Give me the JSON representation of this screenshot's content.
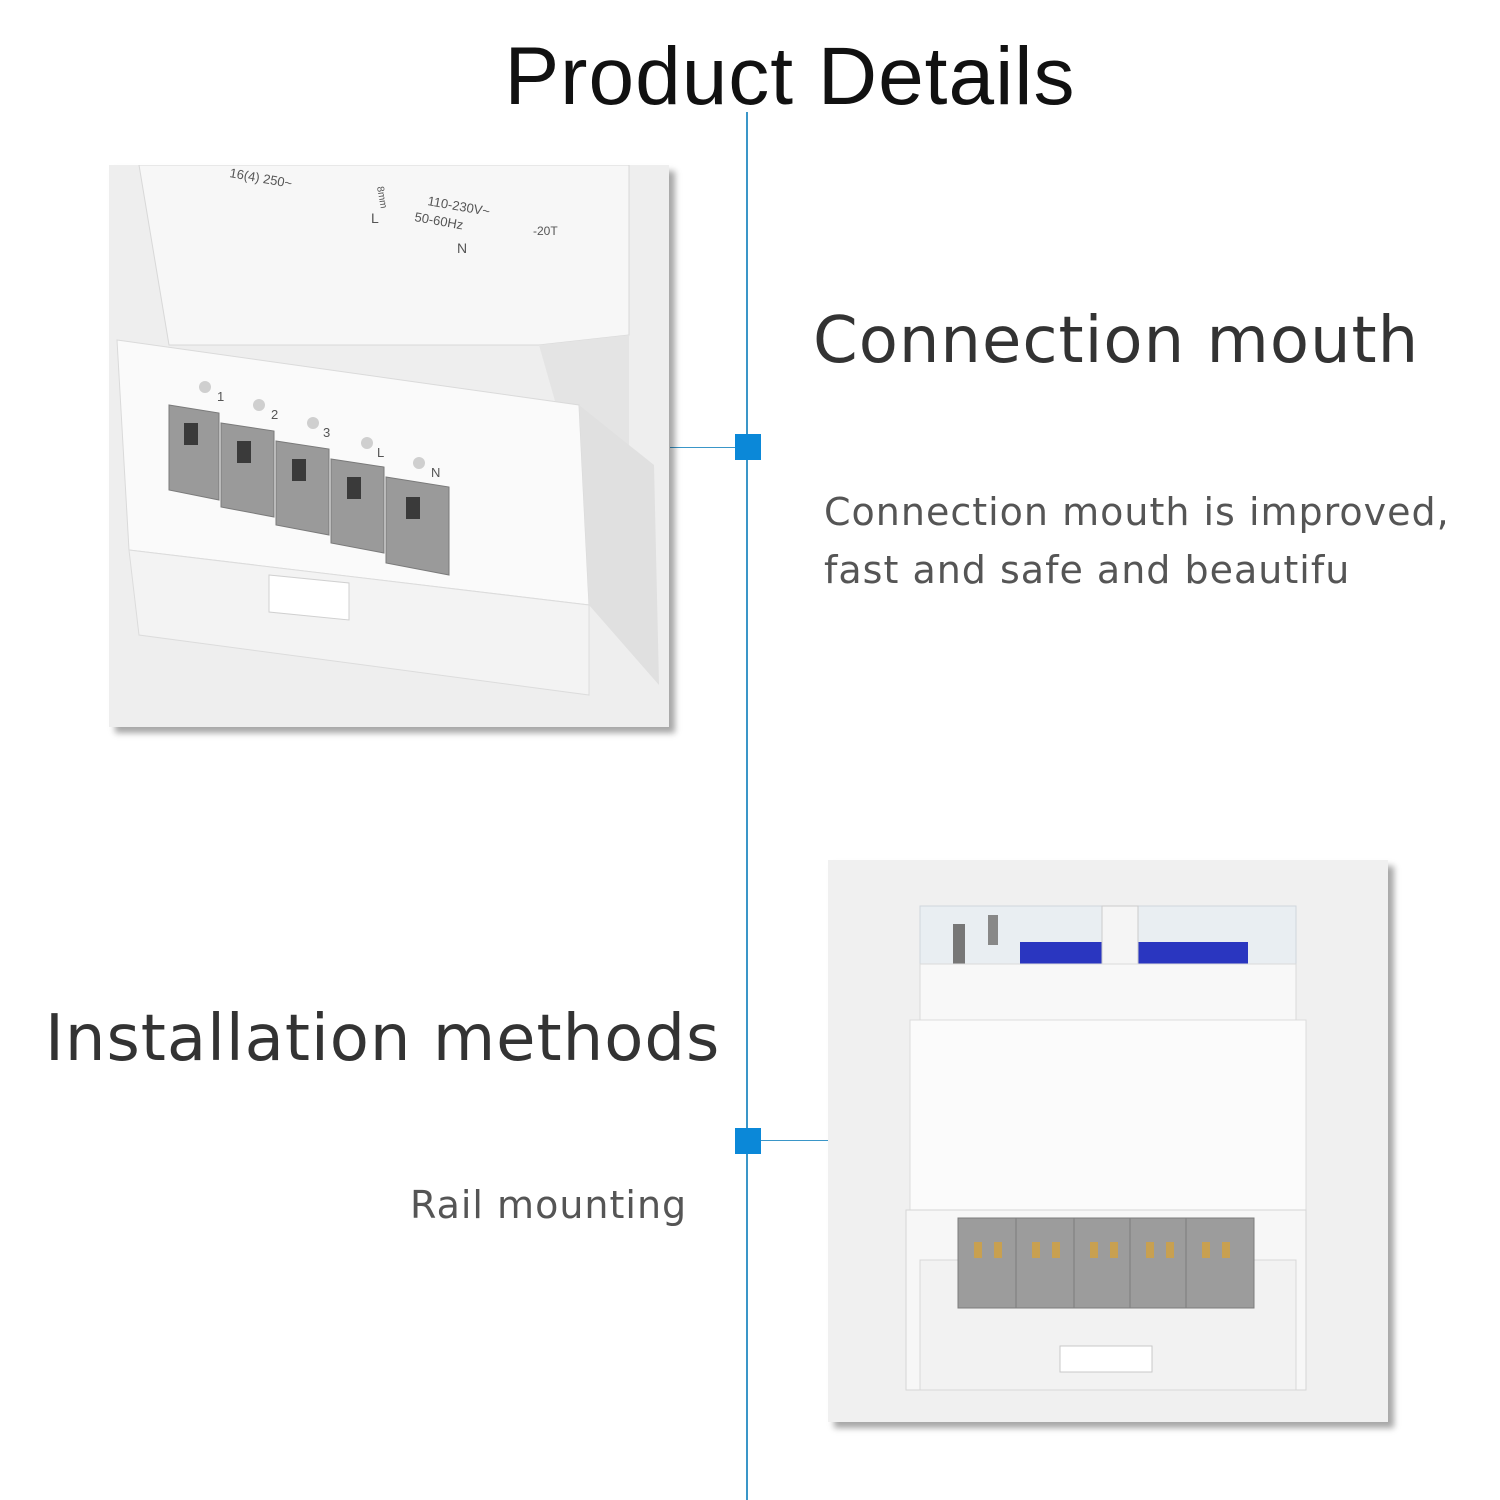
{
  "page": {
    "title": "Product Details"
  },
  "features": [
    {
      "title": "Connection mouth",
      "description_lines": [
        "Connection mouth is improved,",
        "fast and safe and beautifu"
      ]
    },
    {
      "title": "Installation methods",
      "description": "Rail mounting"
    }
  ],
  "device_label_1": {
    "rating": "16(4)  250~",
    "voltage": "110-230V~",
    "frequency": "50-60Hz",
    "line": "L",
    "neutral": "N",
    "strip": "8mm",
    "model_suffix": "-20T",
    "terminals": [
      "1",
      "2",
      "3",
      "L",
      "N"
    ]
  },
  "colors": {
    "timeline": "#3a96c8",
    "node": "#0b88d8",
    "terminal_gray": "#9a9a9a",
    "dial_blue": "#2a36c0"
  }
}
